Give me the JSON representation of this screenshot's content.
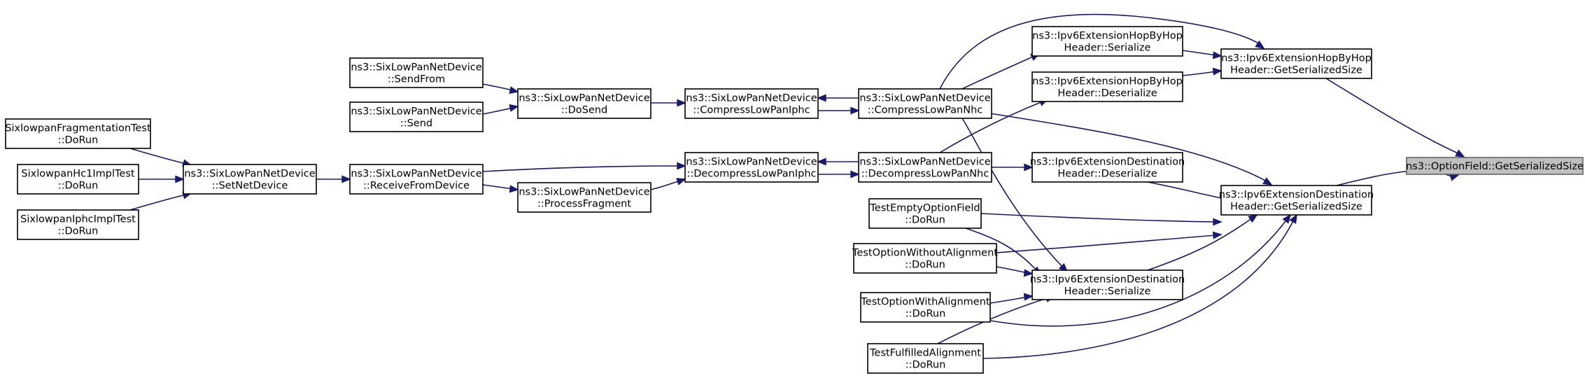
{
  "graph": {
    "title": "",
    "nodes": [
      {
        "id": "n0",
        "lines": [
          "ns3::OptionField::GetSerializedSize"
        ],
        "highlight": true
      },
      {
        "id": "n1",
        "lines": [
          "ns3::Ipv6ExtensionHopByHop",
          "Header::GetSerializedSize"
        ]
      },
      {
        "id": "n2",
        "lines": [
          "ns3::Ipv6ExtensionDestination",
          "Header::GetSerializedSize"
        ]
      },
      {
        "id": "n3",
        "lines": [
          "ns3::Ipv6ExtensionHopByHop",
          "Header::Serialize"
        ]
      },
      {
        "id": "n4",
        "lines": [
          "ns3::Ipv6ExtensionHopByHop",
          "Header::Deserialize"
        ]
      },
      {
        "id": "n5",
        "lines": [
          "ns3::SixLowPanNetDevice",
          "::CompressLowPanNhc"
        ]
      },
      {
        "id": "n6",
        "lines": [
          "ns3::SixLowPanNetDevice",
          "::CompressLowPanIphc"
        ]
      },
      {
        "id": "n7",
        "lines": [
          "ns3::SixLowPanNetDevice",
          "::DoSend"
        ]
      },
      {
        "id": "n8",
        "lines": [
          "ns3::SixLowPanNetDevice",
          "::SendFrom"
        ]
      },
      {
        "id": "n9",
        "lines": [
          "ns3::SixLowPanNetDevice",
          "::Send"
        ]
      },
      {
        "id": "n10",
        "lines": [
          "ns3::SixLowPanNetDevice",
          "::DecompressLowPanNhc"
        ]
      },
      {
        "id": "n11",
        "lines": [
          "ns3::SixLowPanNetDevice",
          "::DecompressLowPanIphc"
        ]
      },
      {
        "id": "n12",
        "lines": [
          "ns3::SixLowPanNetDevice",
          "::ReceiveFromDevice"
        ]
      },
      {
        "id": "n13",
        "lines": [
          "ns3::SixLowPanNetDevice",
          "::ProcessFragment"
        ]
      },
      {
        "id": "n14",
        "lines": [
          "ns3::SixLowPanNetDevice",
          "::SetNetDevice"
        ]
      },
      {
        "id": "n15",
        "lines": [
          "SixlowpanFragmentationTest",
          "::DoRun"
        ]
      },
      {
        "id": "n16",
        "lines": [
          "SixlowpanHc1ImplTest",
          "::DoRun"
        ]
      },
      {
        "id": "n17",
        "lines": [
          "SixlowpanIphcImplTest",
          "::DoRun"
        ]
      },
      {
        "id": "n18",
        "lines": [
          "ns3::Ipv6ExtensionDestination",
          "Header::Deserialize"
        ]
      },
      {
        "id": "n19",
        "lines": [
          "ns3::Ipv6ExtensionDestination",
          "Header::Serialize"
        ]
      },
      {
        "id": "n20",
        "lines": [
          "TestEmptyOptionField",
          "::DoRun"
        ]
      },
      {
        "id": "n21",
        "lines": [
          "TestOptionWithoutAlignment",
          "::DoRun"
        ]
      },
      {
        "id": "n22",
        "lines": [
          "TestOptionWithAlignment",
          "::DoRun"
        ]
      },
      {
        "id": "n23",
        "lines": [
          "TestFulfilledAlignment",
          "::DoRun"
        ]
      }
    ],
    "edges": [
      {
        "from": "n1",
        "to": "n0"
      },
      {
        "from": "n2",
        "to": "n0"
      },
      {
        "from": "n3",
        "to": "n1"
      },
      {
        "from": "n4",
        "to": "n1"
      },
      {
        "from": "n5",
        "to": "n1"
      },
      {
        "from": "n5",
        "to": "n3"
      },
      {
        "from": "n6",
        "to": "n5"
      },
      {
        "from": "n5",
        "to": "n6"
      },
      {
        "from": "n7",
        "to": "n6"
      },
      {
        "from": "n8",
        "to": "n7"
      },
      {
        "from": "n9",
        "to": "n7"
      },
      {
        "from": "n10",
        "to": "n4"
      },
      {
        "from": "n11",
        "to": "n10"
      },
      {
        "from": "n10",
        "to": "n11"
      },
      {
        "from": "n12",
        "to": "n11"
      },
      {
        "from": "n13",
        "to": "n11"
      },
      {
        "from": "n12",
        "to": "n13"
      },
      {
        "from": "n14",
        "to": "n12"
      },
      {
        "from": "n15",
        "to": "n14"
      },
      {
        "from": "n16",
        "to": "n14"
      },
      {
        "from": "n17",
        "to": "n14"
      },
      {
        "from": "n10",
        "to": "n18"
      },
      {
        "from": "n18",
        "to": "n2"
      },
      {
        "from": "n5",
        "to": "n2"
      },
      {
        "from": "n19",
        "to": "n2"
      },
      {
        "from": "n5",
        "to": "n19"
      },
      {
        "from": "n20",
        "to": "n2"
      },
      {
        "from": "n20",
        "to": "n19"
      },
      {
        "from": "n21",
        "to": "n2"
      },
      {
        "from": "n21",
        "to": "n19"
      },
      {
        "from": "n22",
        "to": "n2"
      },
      {
        "from": "n22",
        "to": "n19"
      },
      {
        "from": "n23",
        "to": "n2"
      },
      {
        "from": "n23",
        "to": "n19"
      }
    ]
  }
}
